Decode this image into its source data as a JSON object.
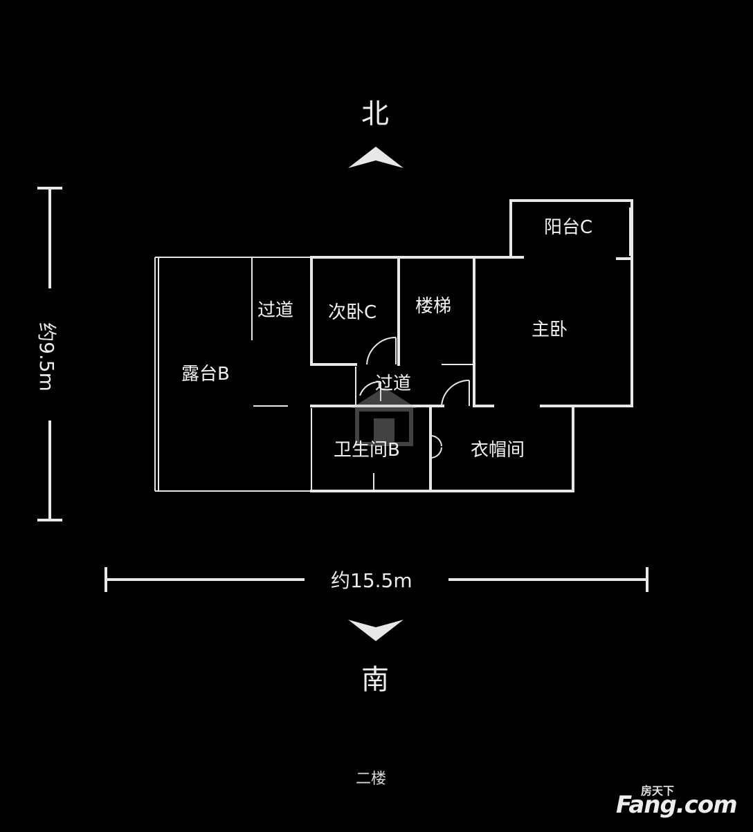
{
  "compass": {
    "north": "北",
    "south": "南"
  },
  "dimensions": {
    "height": "约9.5m",
    "width": "约15.5m"
  },
  "rooms": {
    "terrace_b": "露台B",
    "corridor_1": "过道",
    "bedroom_c": "次卧C",
    "stairs": "楼梯",
    "master_bedroom": "主卧",
    "balcony_c": "阳台C",
    "corridor_2": "过道",
    "bathroom_b": "卫生间B",
    "cloakroom": "衣帽间"
  },
  "floor_label": "二楼",
  "logo": {
    "brand": "Fang.com",
    "chinese": "房天下"
  },
  "colors": {
    "background": "#000000",
    "lines": "#e8e8e8",
    "text": "#f4f4f4"
  }
}
